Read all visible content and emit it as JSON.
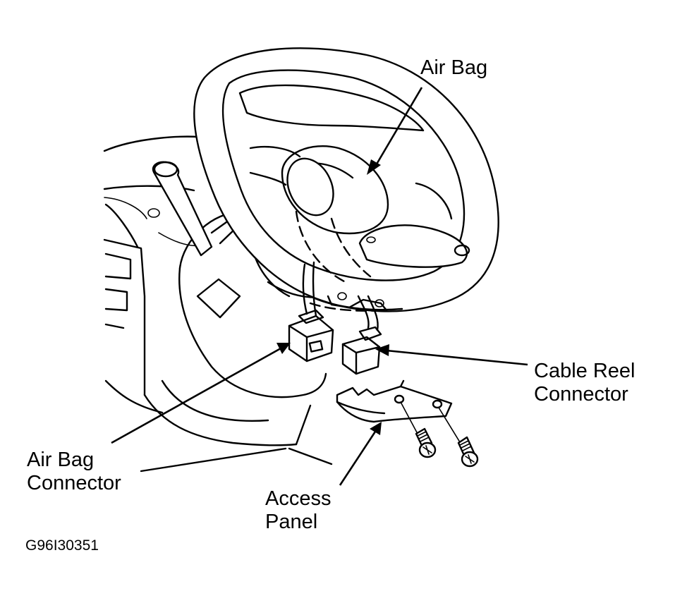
{
  "labels": {
    "air_bag": "Air Bag",
    "cable_reel_line1": "Cable Reel",
    "cable_reel_line2": "Connector",
    "air_bag_connector_line1": "Air Bag",
    "air_bag_connector_line2": "Connector",
    "access_panel_line1": "Access",
    "access_panel_line2": "Panel"
  },
  "figure_code": "G96I30351"
}
